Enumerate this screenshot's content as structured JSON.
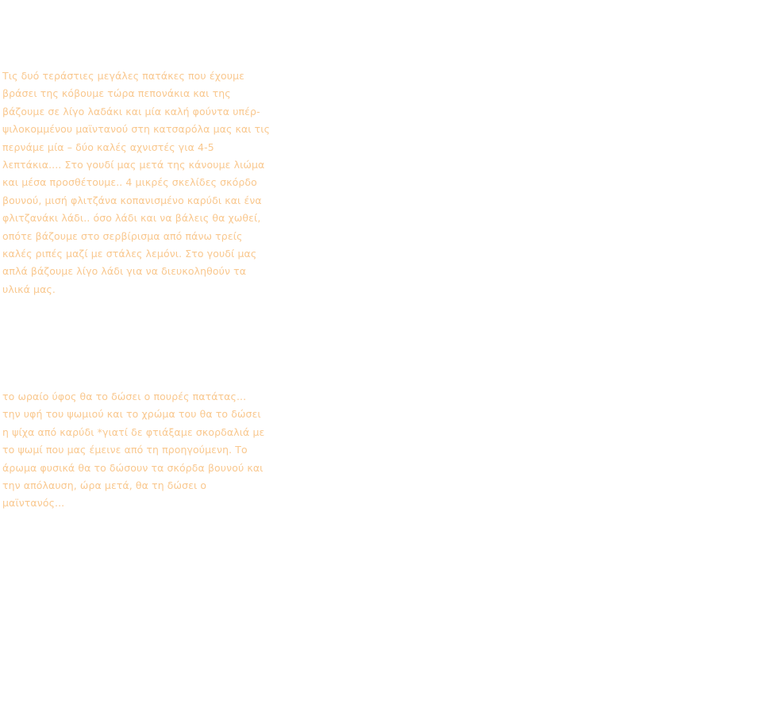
{
  "article": {
    "paragraphs": [
      {
        "lines": [
          "Τις δυό τεράστιες μεγάλες πατάκες που έχουμε",
          "βράσει της κόβουμε τώρα πεπονάκια και της",
          "βάζουμε σε λίγο λαδάκι και μία καλή φούντα υπέρ-",
          "ψιλοκομμένου μαϊντανού στη κατσαρόλα μας και τις",
          "περνάμε μία – δύο καλές αχνιστές για 4-5",
          "λεπτάκια.... Στο γουδί μας μετά της κάνουμε λιώμα",
          "και μέσα προσθέτουμε.. 4 μικρές σκελίδες σκόρδο",
          "βουνού, μισή φλιτζάνα κοπανισμένο καρύδι και ένα",
          "φλιτζανάκι λάδι.. όσο λάδι και να βάλεις θα χωθεί,",
          "οπότε βάζουμε στο σερβίρισμα από πάνω τρείς",
          "καλές ριπές μαζί με στάλες λεμόνι. Στο γουδί μας",
          "απλά βάζουμε λίγο λάδι για να διευκοληθούν τα",
          "υλικά μας."
        ]
      },
      {
        "lines": [
          "το ωραίο ύφος θα το δώσει ο πουρές πατάτας...",
          "την υφή του ψωμιού και το χρώμα του θα το δώσει",
          "η ψίχα από καρύδι *γιατί δε φτιάξαμε σκορδαλιά με",
          "το ψωμί που μας έμεινε από τη προηγούμενη. Το",
          "άρωμα φυσικά θα το δώσουν τα σκόρδα βουνού και",
          "την απόλαυση, ώρα μετά, θα τη δώσει ο",
          "μαϊντανός..."
        ]
      }
    ],
    "text_color": "#f9c88f"
  }
}
